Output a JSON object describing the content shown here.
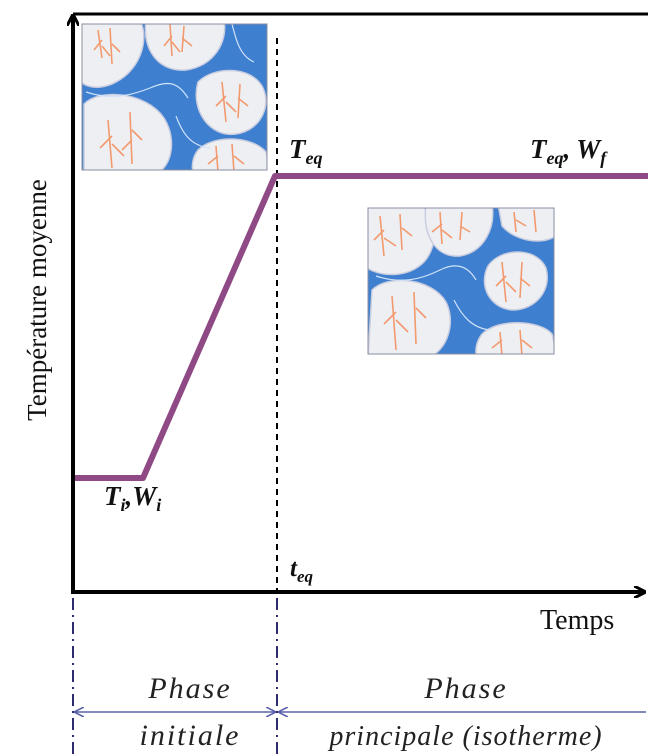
{
  "axes": {
    "y_label": "Température moyenne",
    "x_label": "Temps"
  },
  "points": {
    "initial": {
      "base": "T",
      "sub1": "i",
      "sep": ",",
      "base2": "W",
      "sub2": "i"
    },
    "equilibrium": {
      "base": "T",
      "sub": "eq"
    },
    "final": {
      "base": "T",
      "sub1": "eq",
      "sep": ",",
      "base2": "W",
      "sub2": "f"
    },
    "time_eq": {
      "base": "t",
      "sub": "eq"
    }
  },
  "phases": {
    "initial": {
      "line1": "Phase",
      "line2": "initiale"
    },
    "main": {
      "line1": "Phase",
      "line2": "principale (isotherme)"
    }
  },
  "colors": {
    "curve": "#8f4a86",
    "axis": "#000000",
    "dashdot": "#2c2c6e",
    "arrow": "#5a60a8",
    "pore": "#3e7fd0",
    "grain": "#eeeff3",
    "root": "#f29a6e"
  },
  "icons": {
    "inset_initial": "granular-medium-wet-icon",
    "inset_main": "granular-medium-equilibrium-icon"
  }
}
